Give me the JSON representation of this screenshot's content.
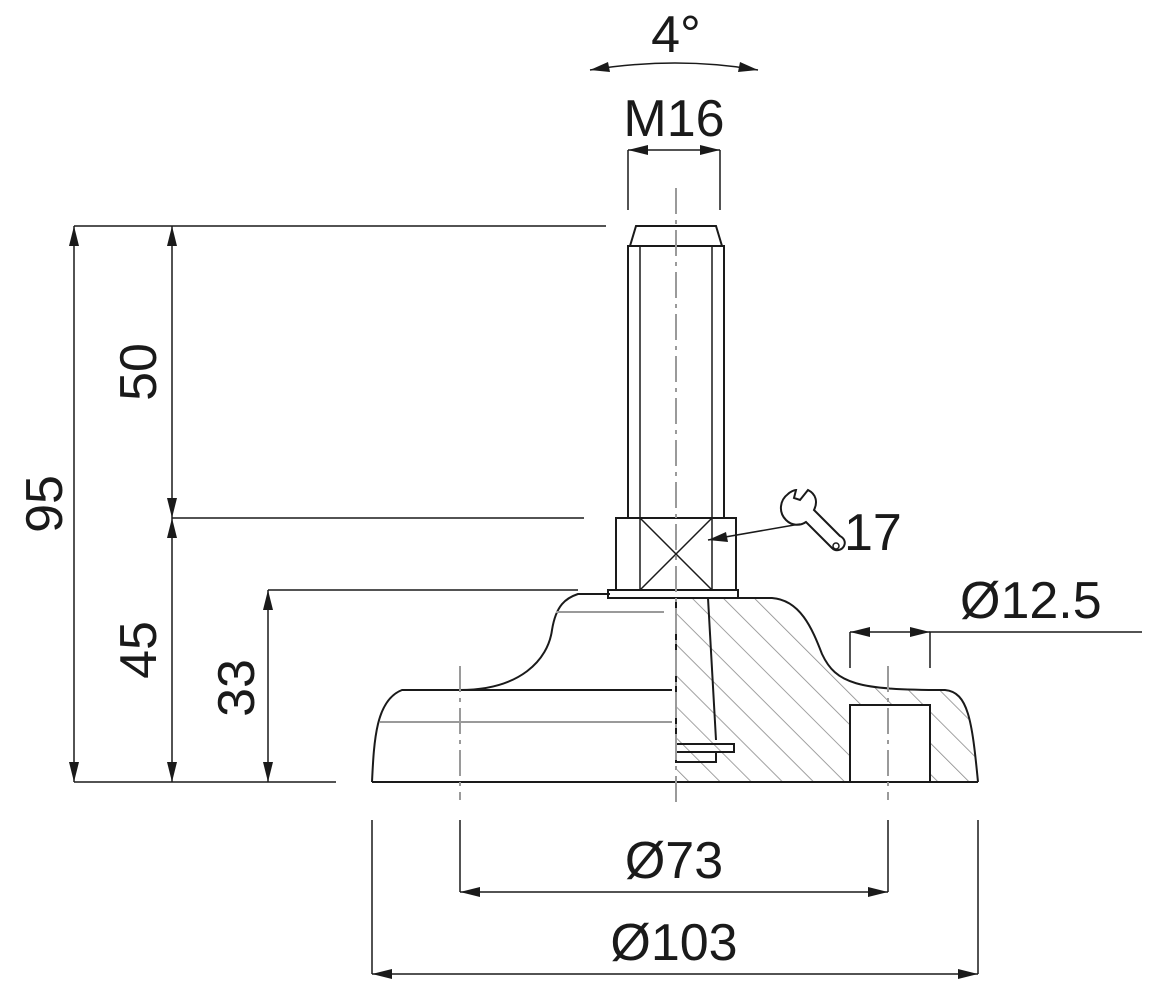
{
  "dimensions": {
    "tilt_angle": "4°",
    "thread": "M16",
    "total_height": "95",
    "thread_length": "50",
    "lower_height": "45",
    "base_height": "33",
    "wrench_size": "17",
    "hole_diameter": "Ø12.5",
    "bolt_circle": "Ø73",
    "base_diameter": "Ø103"
  },
  "icons": {
    "wrench": "wrench-icon"
  },
  "colors": {
    "line": "#1a1a1a",
    "axis": "#9a9a9a",
    "background": "#ffffff"
  }
}
